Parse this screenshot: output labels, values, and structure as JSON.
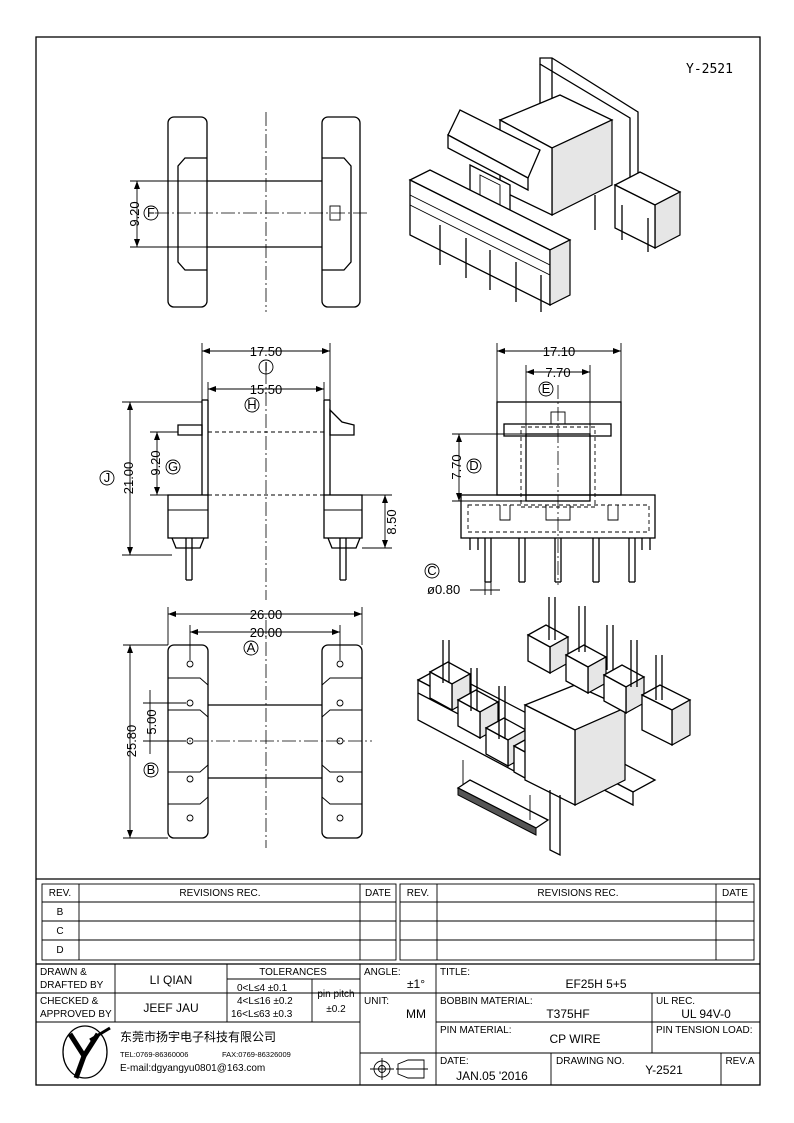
{
  "drawing_code": "Y-2521",
  "dimensions": {
    "side_height": "9.20",
    "side_label": "F",
    "front_outer_width": "17.50",
    "front_outer_label": "I",
    "front_inner_width": "15.50",
    "front_inner_label": "H",
    "front_total_height": "21.00",
    "front_total_label": "J",
    "front_core_height": "9.20",
    "front_core_label": "G",
    "front_base_height": "8.50",
    "end_width": "17.10",
    "end_core_width": "7.70",
    "end_core_label": "E",
    "end_core_height": "7.70",
    "end_core_height_label": "D",
    "pin_dia": "ø0.80",
    "pin_dia_label": "C",
    "bottom_width": "26.00",
    "bottom_pin_span": "20.00",
    "bottom_pin_label": "A",
    "bottom_length": "25.80",
    "bottom_length_label": "B",
    "pin_pitch": "5.00"
  },
  "revisions": {
    "rev_header": "REV.",
    "rec_header": "REVISIONS    REC.",
    "date_header": "DATE",
    "rows": [
      "B",
      "C",
      "D"
    ]
  },
  "title_block": {
    "drawn_label_1": "DRAWN  &",
    "drawn_label_2": "DRAFTED  BY",
    "drawn_value": "LI QIAN",
    "checked_label_1": "CHECKED  &",
    "checked_label_2": "APPROVED  BY",
    "checked_value": "JEEF JAU",
    "tolerances_label": "TOLERANCES",
    "tol_1": "0<L≤4    ±0.1",
    "tol_2": "4<L≤16  ±0.2",
    "tol_3": "16<L≤63  ±0.3",
    "pin_pitch_label": "pin pitch",
    "pin_pitch_tol": "±0.2",
    "angle_label": "ANGLE:",
    "angle_value": "±1°",
    "unit_label": "UNIT:",
    "unit_value": "MM",
    "title_label": "TITLE:",
    "title_value": "EF25H  5+5",
    "bobbin_label": "BOBBIN  MATERIAL:",
    "bobbin_value": "T375HF",
    "ul_label": "UL  REC.",
    "ul_value": "UL  94V-0",
    "pin_material_label": "PIN  MATERIAL:",
    "pin_material_value": "CP  WIRE",
    "pin_tension_label": "PIN  TENSION  LOAD:",
    "date_label": "DATE:",
    "date_value": "JAN.05  '2016",
    "drawing_no_label": "DRAWING  NO.",
    "drawing_no_value": "Y-2521",
    "rev_label": "REV.A",
    "company_name": "东莞市扬宇电子科技有限公司",
    "company_tel": "TEL:0769-86360006",
    "company_fax": "FAX:0769-86326009",
    "company_email": "E-mail:dgyangyu0801@163.com",
    "logo_letters": "YY"
  }
}
